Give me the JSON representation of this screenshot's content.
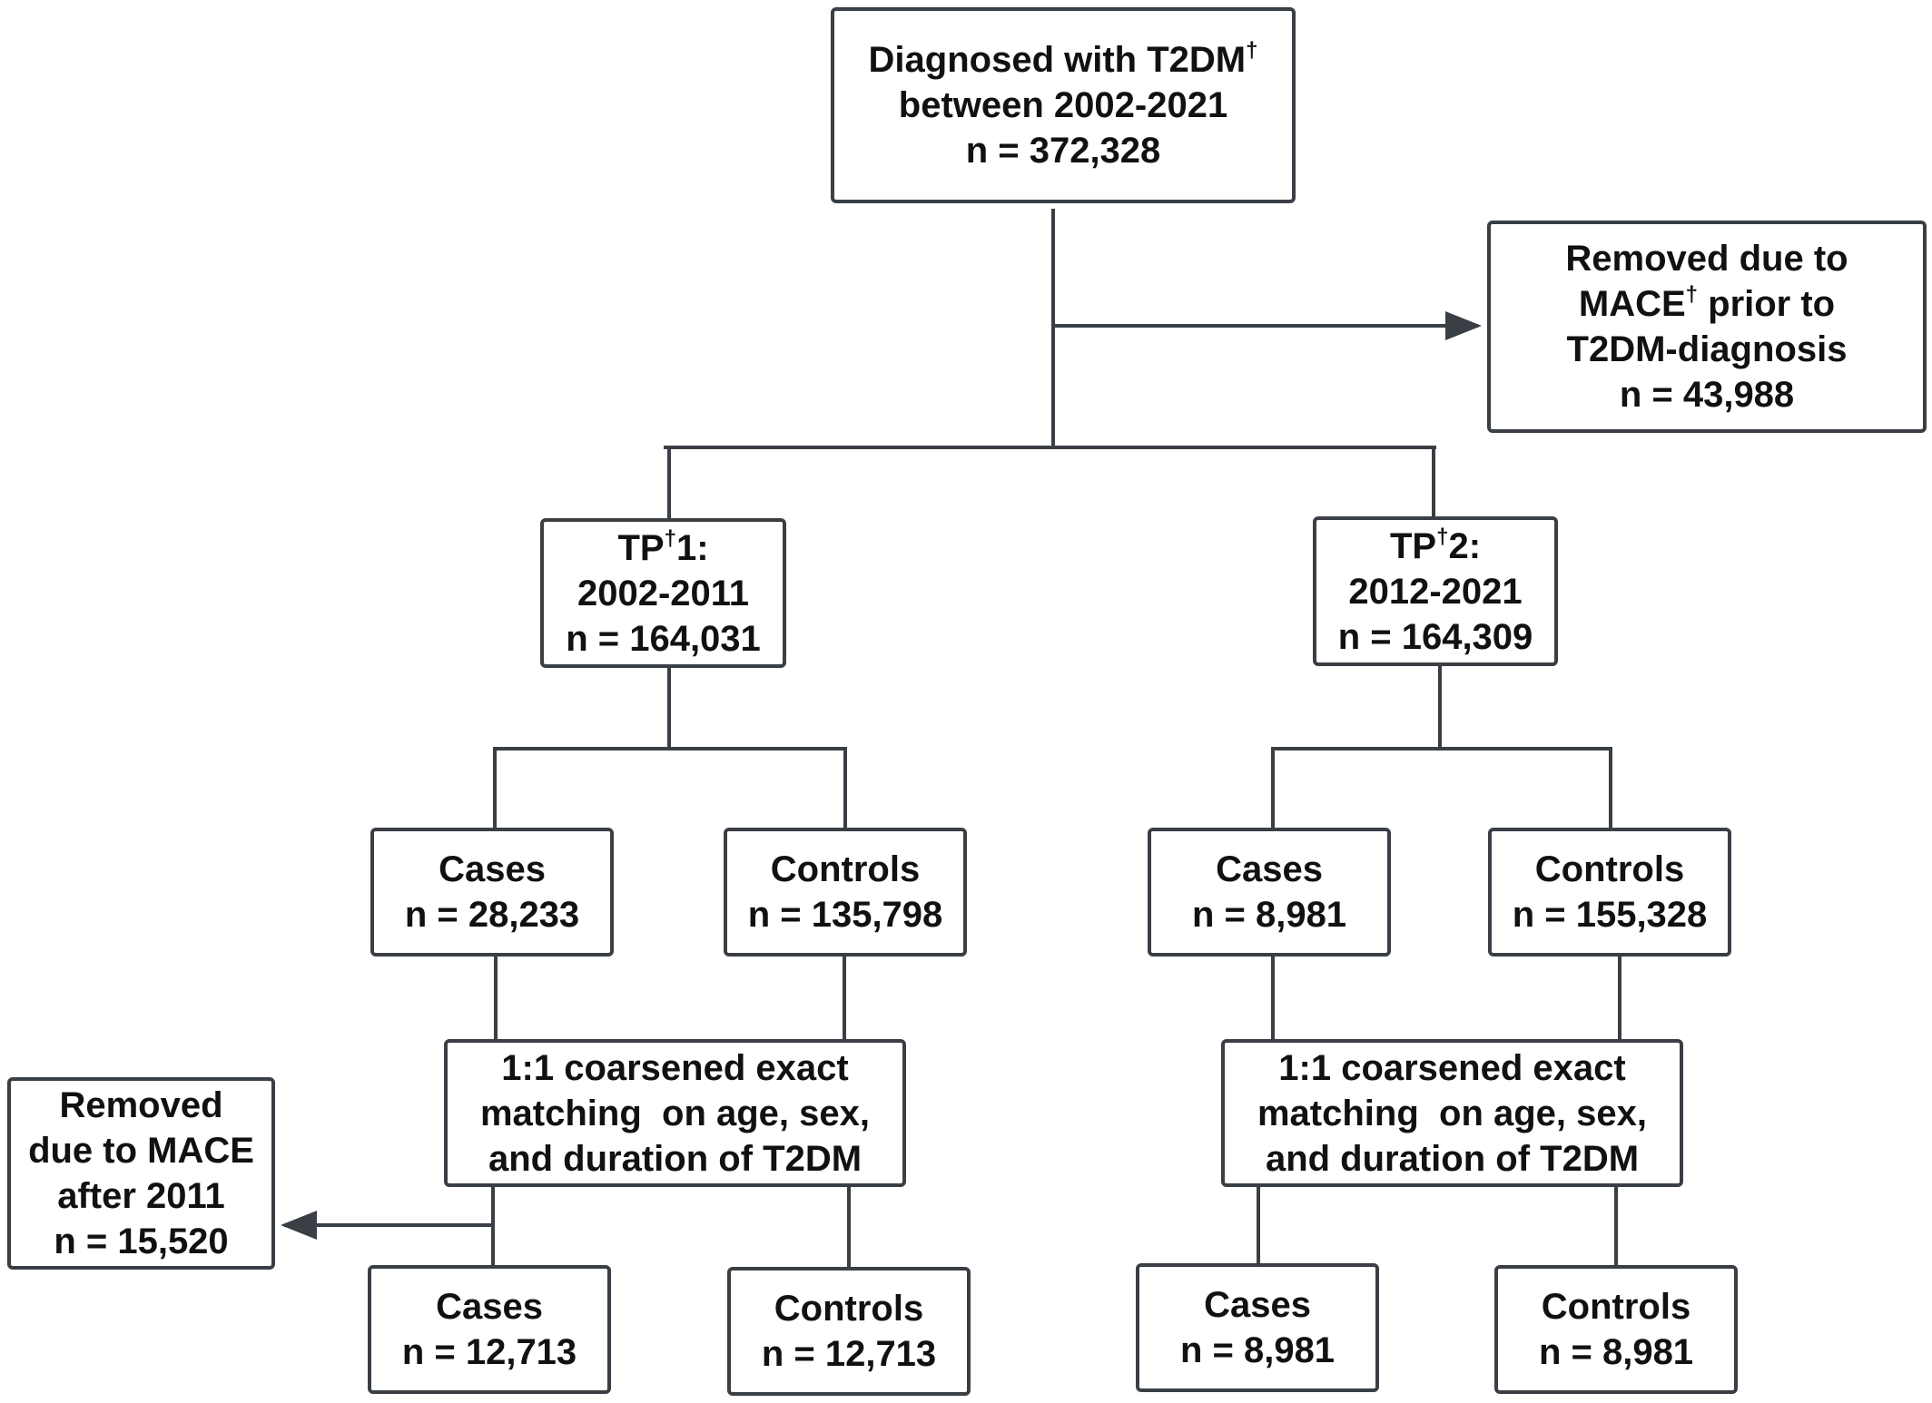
{
  "colors": {
    "line": "#3a3f45",
    "text": "#111111",
    "background": "#ffffff"
  },
  "dagger": "†",
  "top": {
    "line1_pre": "Diagnosed with T2DM",
    "line2": "between 2002-2021",
    "line3": "n = 372,328"
  },
  "removed_prior": {
    "line1": "Removed due to",
    "line2_pre": "MACE",
    "line2_post": " prior to",
    "line3": "T2DM-diagnosis",
    "line4": "n = 43,988"
  },
  "tp1": {
    "line1_pre": "TP",
    "line1_post": "1:",
    "line2": "2002-2011",
    "line3": "n = 164,031"
  },
  "tp2": {
    "line1_pre": "TP",
    "line1_post": "2:",
    "line2": "2012-2021",
    "line3": "n = 164,309"
  },
  "tp1_cases": {
    "label": "Cases",
    "n": "n = 28,233"
  },
  "tp1_controls": {
    "label": "Controls",
    "n": "n = 135,798"
  },
  "tp2_cases": {
    "label": "Cases",
    "n": "n = 8,981"
  },
  "tp2_controls": {
    "label": "Controls",
    "n": "n = 155,328"
  },
  "matching1": {
    "line1": "1:1 coarsened exact",
    "line2": "matching  on age, sex,",
    "line3": "and duration of T2DM"
  },
  "matching2": {
    "line1": "1:1 coarsened exact",
    "line2": "matching  on age, sex,",
    "line3": "and duration of T2DM"
  },
  "removed_after": {
    "line1": "Removed",
    "line2": "due to MACE",
    "line3": "after 2011",
    "line4": "n = 15,520"
  },
  "tp1_final_cases": {
    "label": "Cases",
    "n": "n = 12,713"
  },
  "tp1_final_controls": {
    "label": "Controls",
    "n": "n = 12,713"
  },
  "tp2_final_cases": {
    "label": "Cases",
    "n": "n = 8,981"
  },
  "tp2_final_controls": {
    "label": "Controls",
    "n": "n = 8,981"
  }
}
